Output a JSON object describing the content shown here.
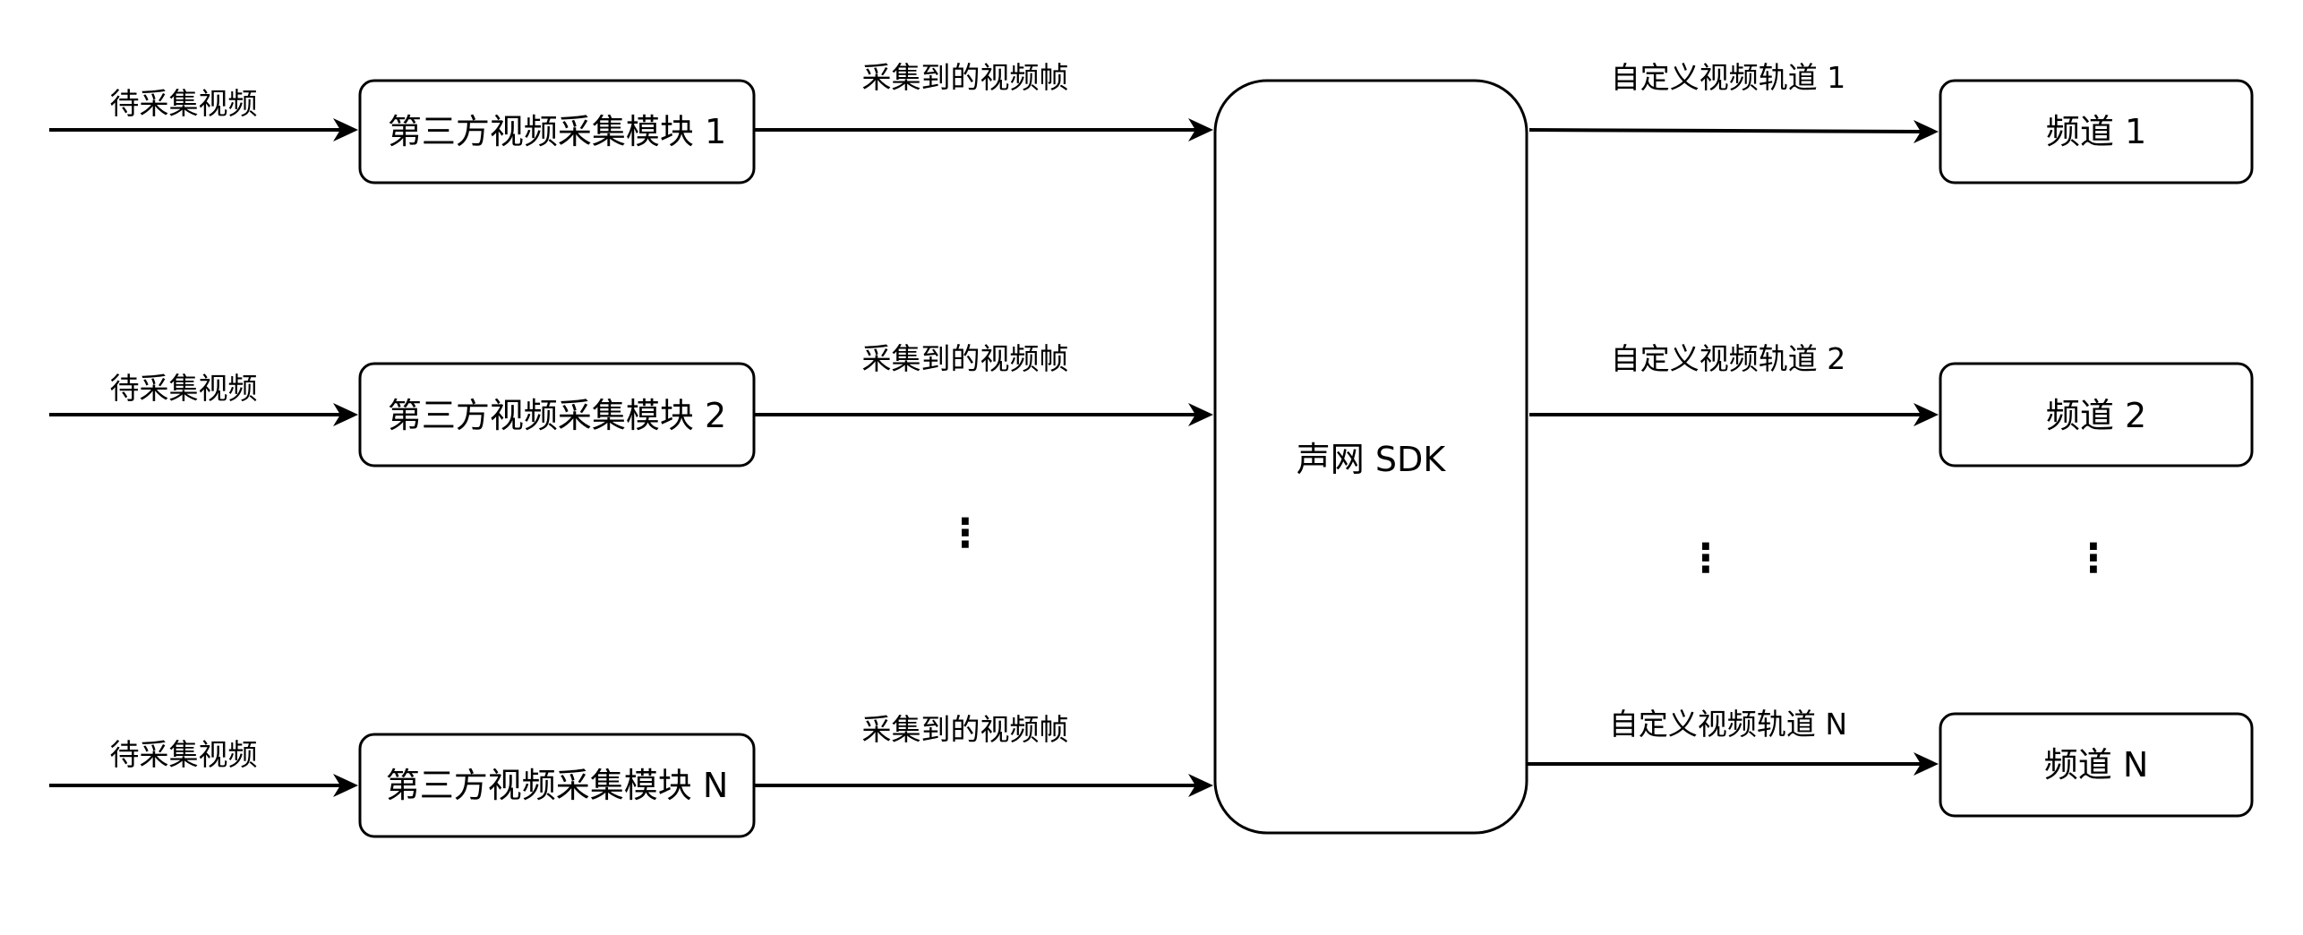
{
  "input_label": "待采集视频",
  "modules": [
    {
      "label": "第三方视频采集模块 1",
      "edge_label": "采集到的视频帧"
    },
    {
      "label": "第三方视频采集模块 2",
      "edge_label": "采集到的视频帧"
    },
    {
      "label": "第三方视频采集模块 N",
      "edge_label": "采集到的视频帧"
    }
  ],
  "sdk": {
    "label": "声网 SDK"
  },
  "tracks": [
    {
      "edge_label": "自定义视频轨道 1",
      "channel": "频道 1"
    },
    {
      "edge_label": "自定义视频轨道 2",
      "channel": "频道 2"
    },
    {
      "edge_label": "自定义视频轨道 N",
      "channel": "频道 N"
    }
  ],
  "ellipsis": "⋮",
  "colors": {
    "line": "#000000",
    "fill": "#ffffff"
  }
}
